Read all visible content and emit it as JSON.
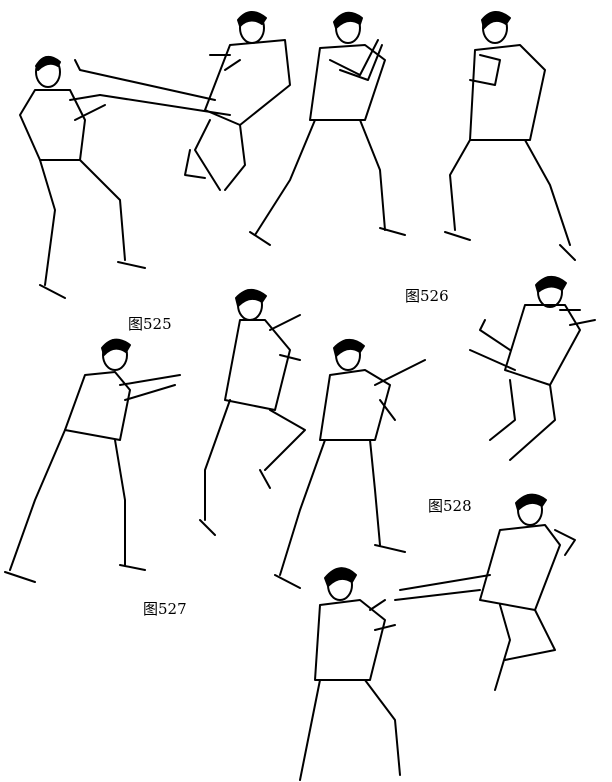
{
  "captions": {
    "fig525": "图525",
    "fig526": "图526",
    "fig527": "图527",
    "fig528": "图528"
  }
}
